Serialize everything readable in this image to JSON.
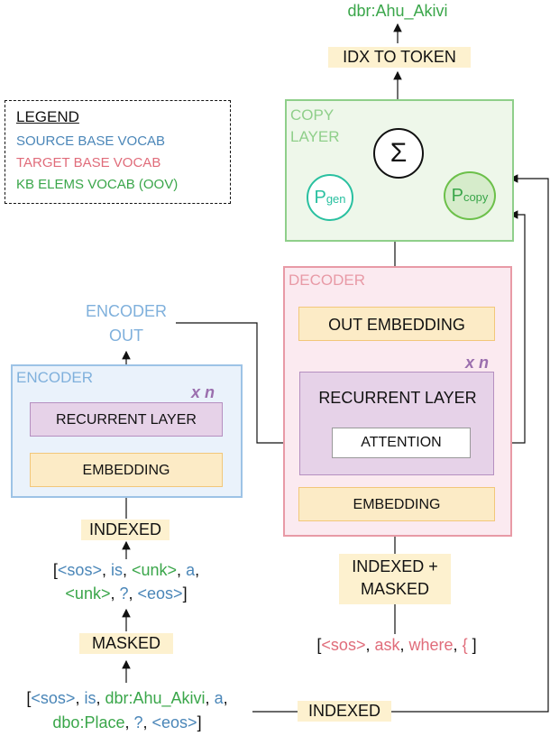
{
  "legend": {
    "title": "LEGEND",
    "items": [
      "SOURCE BASE VOCAB",
      "TARGET BASE VOCAB",
      "KB ELEMS VOCAB (OOV)"
    ]
  },
  "output": {
    "token": "dbr:Ahu_Akivi",
    "idx_to_token": "IDX TO TOKEN"
  },
  "copy_layer": {
    "title_line1": "COPY",
    "title_line2": "LAYER",
    "sum_symbol": "Σ",
    "pgen_main": "P",
    "pgen_sub": "gen",
    "pcopy_main": "P",
    "pcopy_sub": "copy"
  },
  "decoder": {
    "title": "DECODER",
    "out_embedding": "OUT EMBEDDING",
    "xn": "x n",
    "recurrent": "RECURRENT LAYER",
    "attention": "ATTENTION",
    "embedding": "EMBEDDING"
  },
  "encoder": {
    "title": "ENCODER",
    "out_line1": "ENCODER",
    "out_line2": "OUT",
    "xn": "x n",
    "recurrent": "RECURRENT LAYER",
    "embedding": "EMBEDDING"
  },
  "steps": {
    "indexed_enc": "INDEXED",
    "masked": "MASKED",
    "indexed_masked_line1": "INDEXED +",
    "indexed_masked_line2": "MASKED",
    "indexed_bottom": "INDEXED"
  },
  "sequences": {
    "encoder_indexed_line1": [
      {
        "t": "[",
        "c": "blk"
      },
      {
        "t": "<sos>",
        "c": "src"
      },
      {
        "t": ", ",
        "c": "blk"
      },
      {
        "t": "is",
        "c": "src"
      },
      {
        "t": ", ",
        "c": "blk"
      },
      {
        "t": "<unk>",
        "c": "kb"
      },
      {
        "t": ", ",
        "c": "blk"
      },
      {
        "t": "a",
        "c": "src"
      },
      {
        "t": ",",
        "c": "blk"
      }
    ],
    "encoder_indexed_line2": [
      {
        "t": "<unk>",
        "c": "kb"
      },
      {
        "t": ", ",
        "c": "blk"
      },
      {
        "t": "?",
        "c": "src"
      },
      {
        "t": ", ",
        "c": "blk"
      },
      {
        "t": "<eos>",
        "c": "src"
      },
      {
        "t": "]",
        "c": "blk"
      }
    ],
    "input_line1": [
      {
        "t": "[",
        "c": "blk"
      },
      {
        "t": "<sos>",
        "c": "src"
      },
      {
        "t": ", ",
        "c": "blk"
      },
      {
        "t": "is",
        "c": "src"
      },
      {
        "t": ", ",
        "c": "blk"
      },
      {
        "t": "dbr:Ahu_Akivi",
        "c": "kb"
      },
      {
        "t": ", ",
        "c": "blk"
      },
      {
        "t": "a",
        "c": "src"
      },
      {
        "t": ",",
        "c": "blk"
      }
    ],
    "input_line2": [
      {
        "t": "dbo:Place",
        "c": "kb"
      },
      {
        "t": ", ",
        "c": "blk"
      },
      {
        "t": "?",
        "c": "src"
      },
      {
        "t": ", ",
        "c": "blk"
      },
      {
        "t": "<eos>",
        "c": "src"
      },
      {
        "t": "]",
        "c": "blk"
      }
    ],
    "decoder_input": [
      {
        "t": "[",
        "c": "blk"
      },
      {
        "t": "<sos>",
        "c": "tgt"
      },
      {
        "t": ", ",
        "c": "blk"
      },
      {
        "t": "ask",
        "c": "tgt"
      },
      {
        "t": ", ",
        "c": "blk"
      },
      {
        "t": "where",
        "c": "tgt"
      },
      {
        "t": ", ",
        "c": "blk"
      },
      {
        "t": "{",
        "c": "tgt"
      },
      {
        "t": " ]",
        "c": "blk"
      }
    ]
  },
  "colors": {
    "source": "#4a86b8",
    "target": "#e06c7a",
    "kb": "#3aa64a",
    "encoder_border": "#9dc3e6",
    "encoder_fill": "#eaf2fb",
    "decoder_border": "#e89aa6",
    "decoder_fill": "#fbeaf0",
    "copy_border": "#8fcf8a",
    "copy_fill": "#eef7ea"
  }
}
